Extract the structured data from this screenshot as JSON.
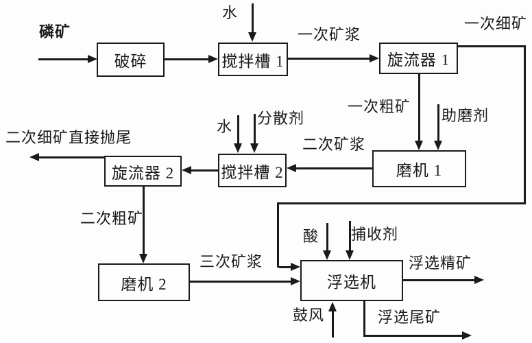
{
  "flowchart": {
    "colors": {
      "line": "#1a1a1a",
      "background": "#fdfdfd"
    },
    "input": {
      "label": "磷矿"
    },
    "boxes": {
      "crush": "破碎",
      "tank1": "搅拌槽 1",
      "cyclone1": "旋流器 1",
      "mill1": "磨机 1",
      "cyclone2": "旋流器 2",
      "tank2": "搅拌槽 2",
      "mill2": "磨机 2",
      "flotation": "浮选机"
    },
    "streams": {
      "water1": "水",
      "slurry1": "一次矿浆",
      "fine1": "一次细矿",
      "coarse1": "一次粗矿",
      "grind_aid": "助磨剂",
      "slurry2": "二次矿浆",
      "water2": "水",
      "dispersant": "分散剂",
      "fine2_discard": "二次细矿直接抛尾",
      "coarse2": "二次粗矿",
      "slurry3": "三次矿浆",
      "acid": "酸",
      "collector": "捕收剂",
      "blast": "鼓风",
      "concentrate": "浮选精矿",
      "tailings": "浮选尾矿"
    }
  }
}
